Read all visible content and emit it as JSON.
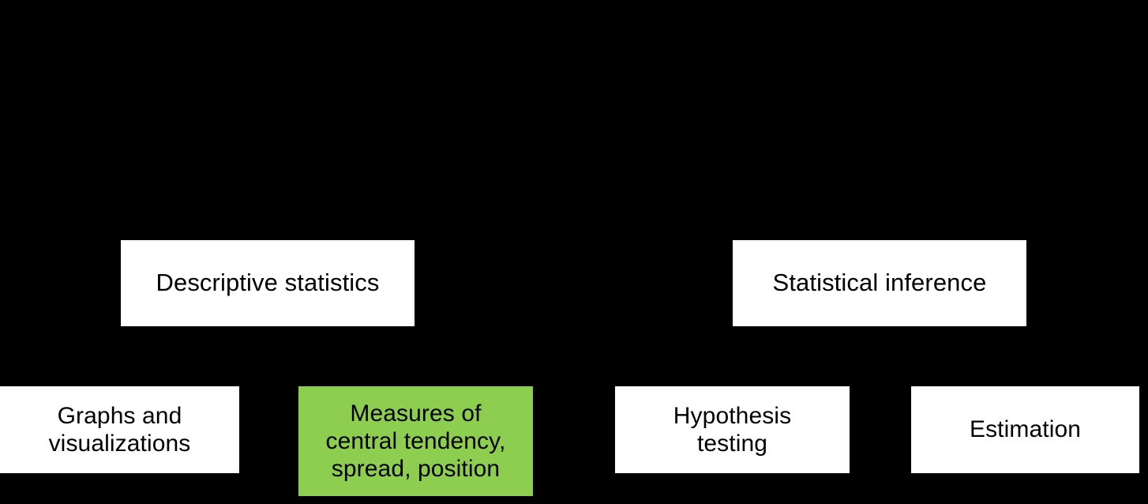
{
  "diagram": {
    "background_color": "#000000",
    "highlight_color": "#8DCE51",
    "node_fill_color": "#ffffff",
    "node_text_color": "#000000",
    "nodes": [
      {
        "id": "descriptive-statistics",
        "label": "Descriptive statistics",
        "level": 1,
        "highlighted": false
      },
      {
        "id": "statistical-inference",
        "label": "Statistical inference",
        "level": 1,
        "highlighted": false
      },
      {
        "id": "graphs-and-visualizations",
        "label": "Graphs and\nvisualizations",
        "level": 2,
        "highlighted": false
      },
      {
        "id": "measures-central-tendency",
        "label": "Measures of\ncentral tendency,\nspread, position",
        "level": 2,
        "highlighted": true
      },
      {
        "id": "hypothesis-testing",
        "label": "Hypothesis\ntesting",
        "level": 2,
        "highlighted": false
      },
      {
        "id": "estimation",
        "label": "Estimation",
        "level": 2,
        "highlighted": false
      }
    ]
  }
}
